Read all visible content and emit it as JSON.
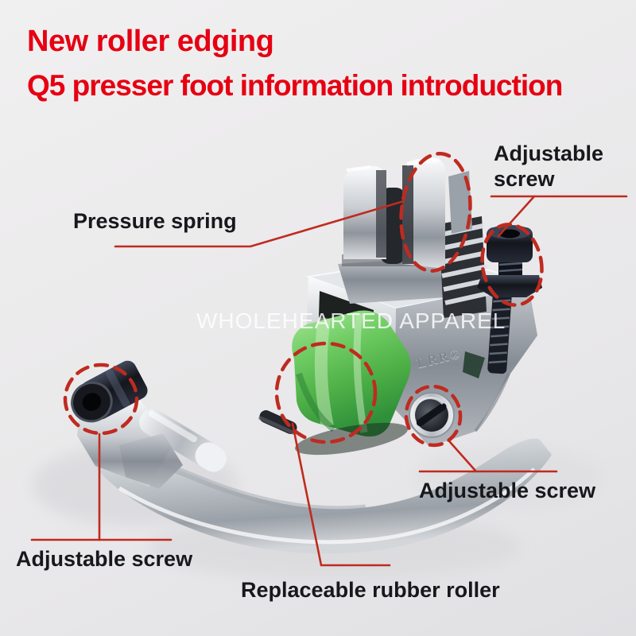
{
  "title": {
    "line1": "New roller edging",
    "line2": "Q5 presser foot information introduction",
    "color": "#e60012"
  },
  "watermark": {
    "text": "WHOLEHEARTED APPAREL"
  },
  "product": {
    "brand_mark": "LRR®"
  },
  "labels": {
    "pressure_spring": "Pressure spring",
    "adjustable_screw_top_right": "Adjustable screw",
    "adjustable_screw_bottom_right": "Adjustable screw",
    "adjustable_screw_bottom_left": "Adjustable screw",
    "replaceable_rubber_roller": "Replaceable rubber roller"
  },
  "colors": {
    "title_red": "#e60012",
    "annotation_red": "#bf2b20",
    "roller_green": "#55b54e",
    "label_black": "#17181c"
  }
}
